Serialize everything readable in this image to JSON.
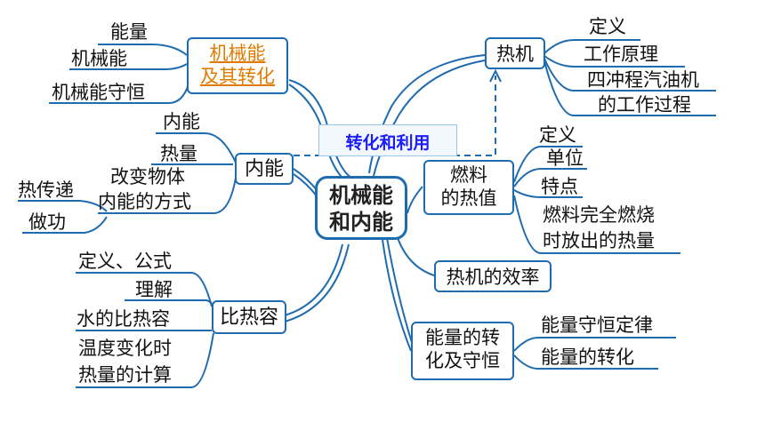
{
  "center": {
    "line1": "机械能",
    "line2": "和内能"
  },
  "branches": {
    "mech": {
      "line1": "机械能",
      "line2": "及其转化",
      "leaves": [
        "能量",
        "机械能",
        "机械能守恒"
      ]
    },
    "internal": {
      "label": "内能",
      "leaves": [
        "内能",
        "热量",
        "改变物体",
        "内能的方式",
        "热传递",
        "做功"
      ]
    },
    "specific_heat": {
      "label": "比热容",
      "leaves": [
        "定义、公式",
        "理解",
        "水的比热容",
        "温度变化时",
        "热量的计算"
      ]
    },
    "heat_engine": {
      "label": "热机",
      "leaves": [
        "定义",
        "工作原理",
        "四冲程汽油机",
        "的工作过程"
      ]
    },
    "fuel": {
      "line1": "燃料",
      "line2": "的热值",
      "leaves": [
        "定义",
        "单位",
        "特点",
        "燃料完全燃烧",
        "时放出的热量"
      ]
    },
    "efficiency": {
      "label": "热机的效率"
    },
    "conservation": {
      "line1": "能量的转",
      "line2": "化及守恒",
      "leaves": [
        "能量守恒定律",
        "能量的转化"
      ]
    }
  },
  "link_label": "转化和利用",
  "colors": {
    "line": "#1f6bb0",
    "highlight": "#e07b00",
    "link_text": "#1a1aff"
  }
}
